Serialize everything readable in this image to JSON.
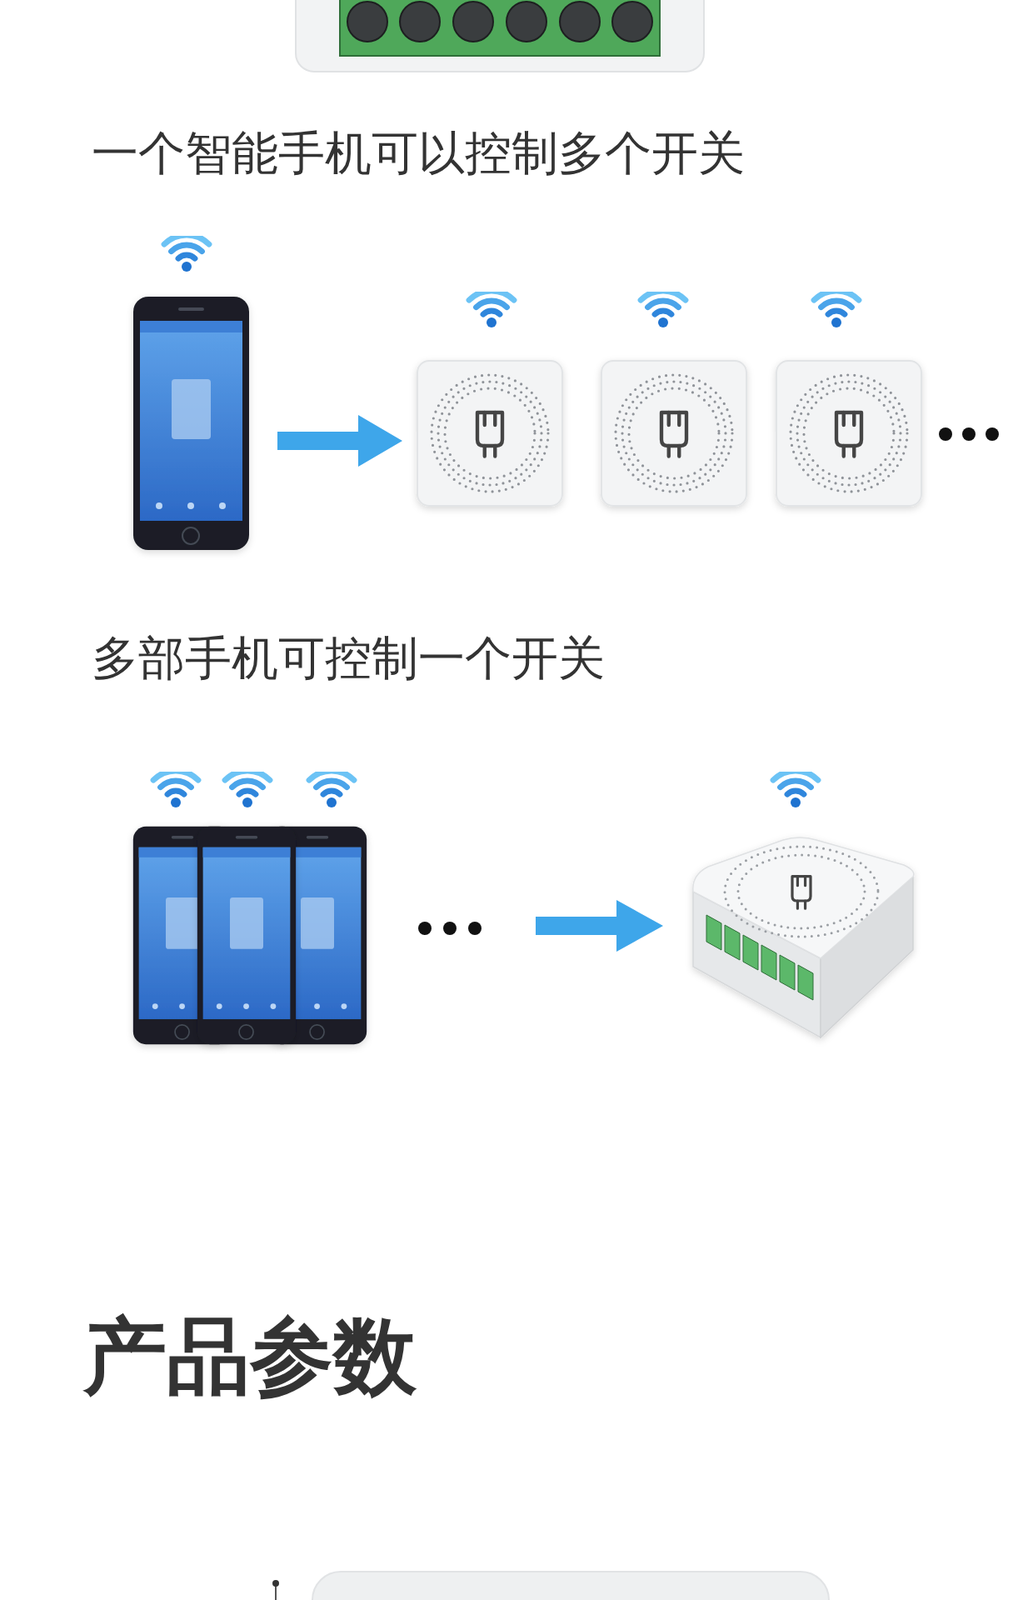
{
  "diagram": {
    "labels": [
      "一个智能手机可以控制多个开关",
      "多部手机可控制一个开关",
      "产品参数"
    ]
  }
}
